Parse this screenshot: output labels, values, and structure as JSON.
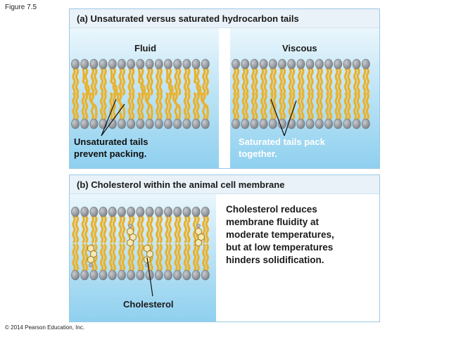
{
  "figure_label": "Figure 7.5",
  "copyright": "© 2014 Pearson Education, Inc.",
  "panel_a": {
    "title": "(a) Unsaturated versus saturated hydrocarbon tails",
    "left_label": "Fluid",
    "right_label": "Viscous",
    "left_caption_line1": "Unsaturated tails",
    "left_caption_line2": "prevent packing.",
    "right_caption_line1": "Saturated tails pack",
    "right_caption_line2": "together."
  },
  "panel_b": {
    "title": "(b) Cholesterol within the animal cell membrane",
    "description_lines": [
      "Cholesterol reduces",
      "membrane fluidity at",
      "moderate temperatures,",
      "but at low temperatures",
      "hinders solidification."
    ],
    "cholesterol_label": "Cholesterol"
  },
  "colors": {
    "water_blue": "#8fd0ef",
    "water_light": "#d9eef9",
    "head_gray": "#8f9398",
    "tail_yellow": "#ecb83a",
    "panel_border": "#9cc9e6"
  }
}
